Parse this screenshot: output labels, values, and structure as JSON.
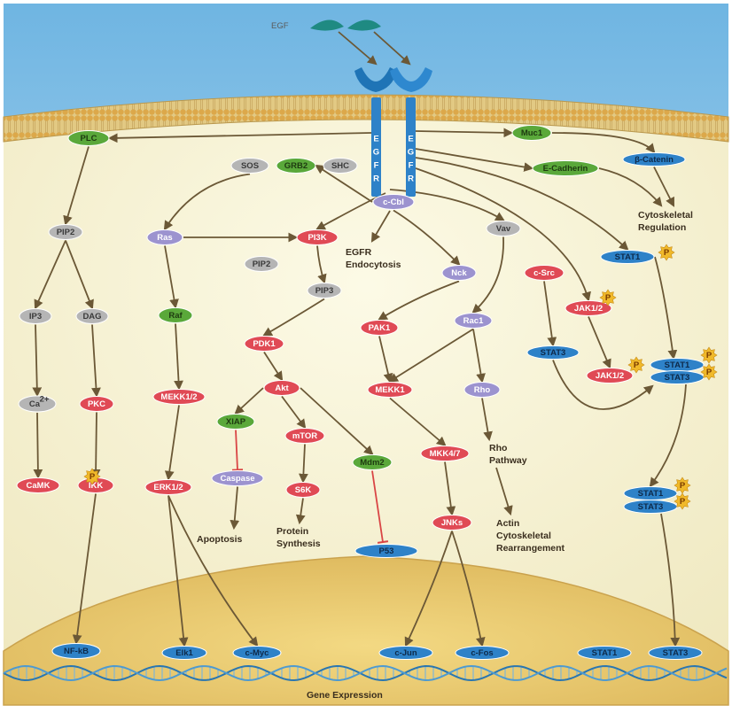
{
  "colors": {
    "red": "#e04a55",
    "green": "#5aa83a",
    "blue": "#2e82c8",
    "lilac": "#9c93cf",
    "gray": "#b5b5b5",
    "arrow": "#6b5836",
    "inhibit": "#d94545",
    "phospho": "#f0b92a"
  },
  "ligand": "EGF",
  "receptor_letters": [
    "E",
    "G",
    "F",
    "R"
  ],
  "nodes": {
    "plc": "PLC",
    "pip2_left": "PIP2",
    "ip3": "IP3",
    "dag": "DAG",
    "ca_base": "Ca",
    "ca_sup": "2+",
    "pkc": "PKC",
    "camk": "CaMK",
    "ikk": "IKK",
    "nfkb": "NF-kB",
    "sos": "SOS",
    "grb2": "GRB2",
    "shc": "SHC",
    "ccbl": "c-Cbl",
    "ras": "Ras",
    "raf": "Raf",
    "mekk12": "MEKK1/2",
    "erk12": "ERK1/2",
    "elk1": "Elk1",
    "cmyc": "c-Myc",
    "pi3k": "PI3K",
    "pip2_mid": "PIP2",
    "pip3": "PIP3",
    "pdk1": "PDK1",
    "akt": "Akt",
    "xiap": "XIAP",
    "caspase": "Caspase",
    "mtor": "mTOR",
    "s6k": "S6K",
    "mdm2": "Mdm2",
    "p53": "P53",
    "vav": "Vav",
    "nck": "Nck",
    "pak1": "PAK1",
    "rac1": "Rac1",
    "mekk1": "MEKK1",
    "rho": "Rho",
    "mkk47": "MKK4/7",
    "jnks": "JNKs",
    "cjun": "c-Jun",
    "cfos": "c-Fos",
    "muc1": "Muc1",
    "ecadherin": "E-Cadherin",
    "bcatenin": "β-Catenin",
    "stat1_a": "STAT1",
    "csrc": "c-Src",
    "jak12_a": "JAK1/2",
    "stat3_a": "STAT3",
    "jak12_b": "JAK1/2",
    "stat1_b": "STAT1",
    "stat3_b": "STAT3",
    "stat1_c": "STAT1",
    "stat3_c": "STAT3",
    "stat1_d": "STAT1",
    "stat3_d": "STAT3"
  },
  "labels": {
    "phospho": "P",
    "cytoskeletal_1": "Cytoskeletal",
    "cytoskeletal_2": "Regulation",
    "egfr_endo_1": "EGFR",
    "egfr_endo_2": "Endocytosis",
    "apoptosis": "Apoptosis",
    "protein_1": "Protein",
    "protein_2": "Synthesis",
    "rho_path_1": "Rho",
    "rho_path_2": "Pathway",
    "actin_1": "Actin",
    "actin_2": "Cytoskeletal",
    "actin_3": "Rearrangement",
    "gene_expression": "Gene Expression"
  }
}
